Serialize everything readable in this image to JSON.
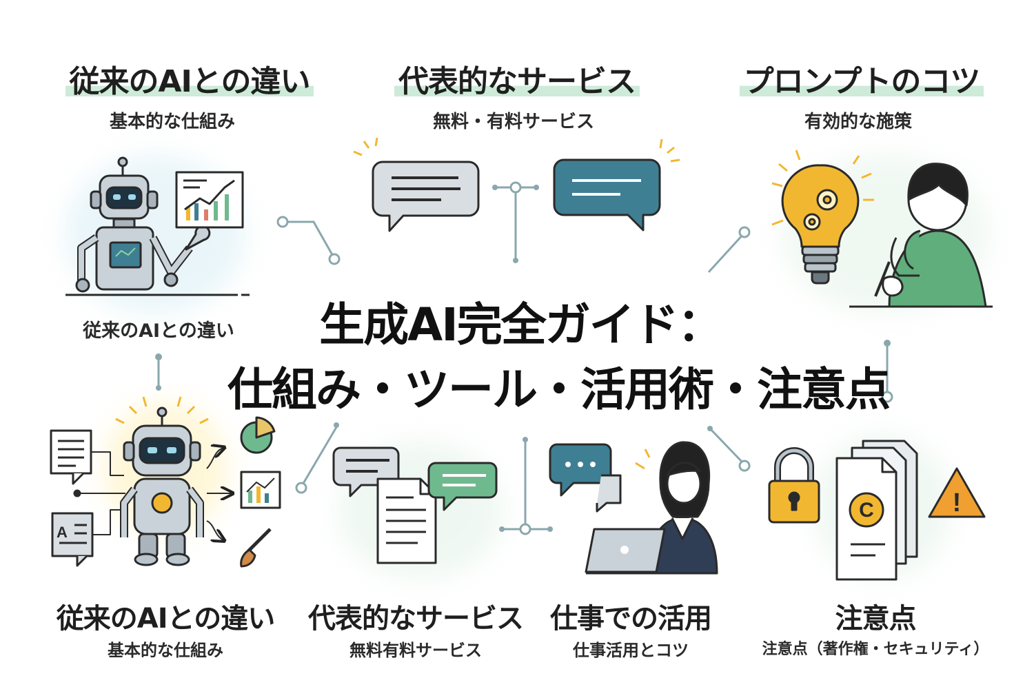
{
  "title": {
    "line1": "生成AI完全ガイド：",
    "line2": "仕組み・ツール・活用術・注意点"
  },
  "top_sections": [
    {
      "heading": "従来のAIとの違い",
      "sub": "基本的な仕組み"
    },
    {
      "heading": "代表的なサービス",
      "sub": "無料・有料サービス"
    },
    {
      "heading": "プロンプトのコツ",
      "sub": "有効的な施策"
    }
  ],
  "mid_label": "従来のAIとの違い",
  "bottom_sections": [
    {
      "heading": "従来のAIとの違い",
      "sub": "基本的な仕組み"
    },
    {
      "heading": "代表的なサービス",
      "sub": "無料有料サービス"
    },
    {
      "heading": "仕事での活用",
      "sub": "仕事活用とコツ"
    },
    {
      "heading": "注意点",
      "sub": "注意点（著作権・セキュリティ）"
    }
  ],
  "icon_letters": {
    "doc_letter": "A",
    "copyright": "C",
    "warning": "!"
  },
  "colors": {
    "highlight": "#cdebd8",
    "bubble_grey": "#d9dee3",
    "bubble_teal": "#3f7f93",
    "bubble_green": "#6fb98f",
    "bulb": "#f2b731",
    "warning": "#f0a030",
    "shirt_green": "#5fae7c",
    "connector": "#8aa7ad",
    "line": "#222222"
  }
}
